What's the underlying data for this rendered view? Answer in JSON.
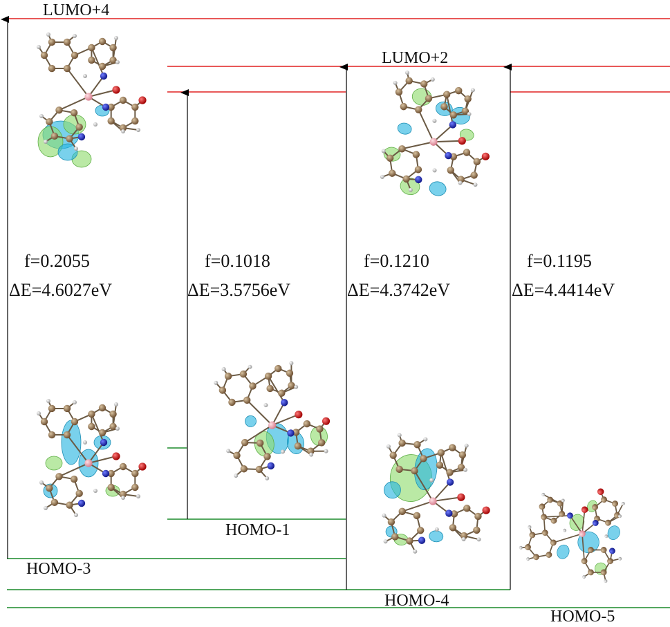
{
  "orbitals": {
    "lumo4": "LUMO+4",
    "lumo2": "LUMO+2",
    "homo1": "HOMO-1",
    "homo3": "HOMO-3",
    "homo4": "HOMO-4",
    "homo5": "HOMO-5"
  },
  "transitions": [
    {
      "f": "f=0.2055",
      "dE": "ΔE=4.6027eV"
    },
    {
      "f": "f=0.1018",
      "dE": "ΔE=3.5756eV"
    },
    {
      "f": "f=0.1210",
      "dE": "ΔE=4.3742eV"
    },
    {
      "f": "f=0.1195",
      "dE": "ΔE=4.4414eV"
    }
  ],
  "colors": {
    "lumo_line": "#e02020",
    "homo_line": "#1a8a2a",
    "arrow": "#000000",
    "carbon": "#8a6a45",
    "nitrogen": "#1f2fc8",
    "oxygen": "#d41010",
    "boron": "#f0a0a8",
    "hydrogen": "#f2f2f2",
    "lobe_blue": "#27b4e0",
    "lobe_green": "#8fdc6e"
  }
}
